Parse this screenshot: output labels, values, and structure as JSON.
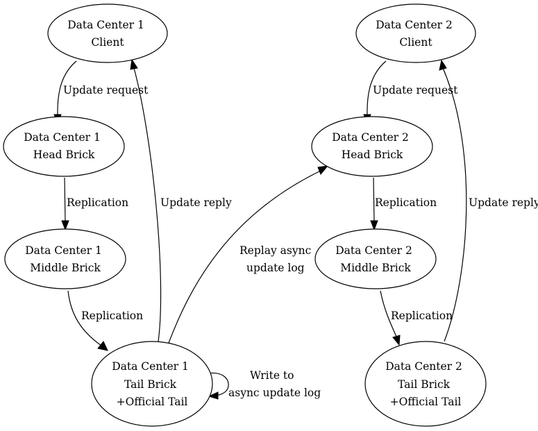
{
  "nodes": {
    "dc1_client": [
      "Data Center 1",
      "Client"
    ],
    "dc1_head": [
      "Data Center 1",
      "Head Brick"
    ],
    "dc1_middle": [
      "Data Center 1",
      "Middle Brick"
    ],
    "dc1_tail": [
      "Data Center 1",
      "Tail Brick",
      "+Official Tail"
    ],
    "dc2_client": [
      "Data Center 2",
      "Client"
    ],
    "dc2_head": [
      "Data Center 2",
      "Head Brick"
    ],
    "dc2_middle": [
      "Data Center 2",
      "Middle Brick"
    ],
    "dc2_tail": [
      "Data Center 2",
      "Tail Brick",
      "+Official Tail"
    ]
  },
  "edges": {
    "dc1_update_request": [
      "Update request"
    ],
    "dc1_replication_1": [
      "Replication"
    ],
    "dc1_replication_2": [
      "Replication"
    ],
    "dc1_update_reply": [
      "Update reply"
    ],
    "dc1_write_log": [
      "Write to",
      "async update log"
    ],
    "replay_async": [
      "Replay async",
      "update log"
    ],
    "dc2_update_request": [
      "Update request"
    ],
    "dc2_replication_1": [
      "Replication"
    ],
    "dc2_replication_2": [
      "Replication"
    ],
    "dc2_update_reply": [
      "Update reply"
    ]
  }
}
